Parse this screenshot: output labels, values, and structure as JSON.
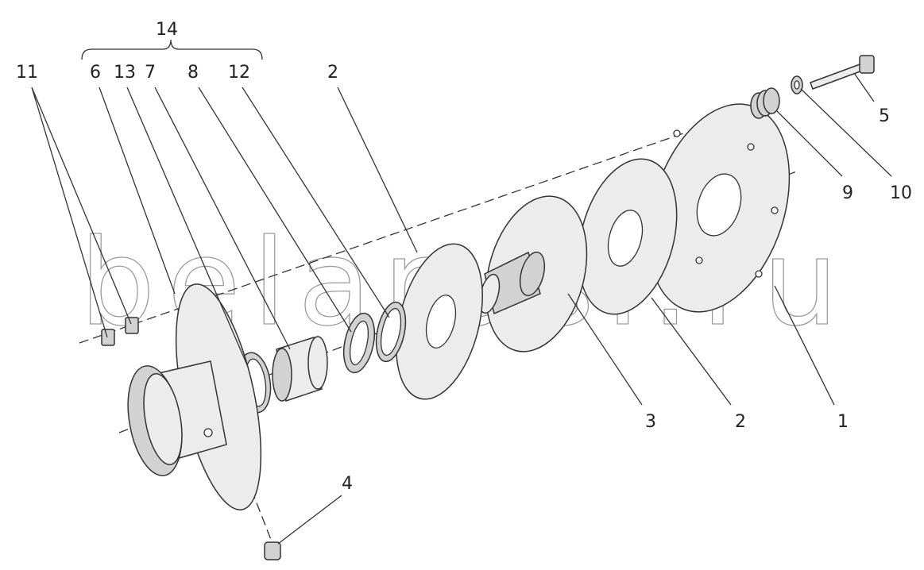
{
  "diagram": {
    "callouts": {
      "group": "14",
      "n11": "11",
      "n6": "6",
      "n13": "13",
      "n7": "7",
      "n8": "8",
      "n12": "12",
      "n2_top": "2",
      "n5": "5",
      "n9": "9",
      "n10": "10",
      "n3": "3",
      "n2_bottom": "2",
      "n1": "1",
      "n4": "4"
    },
    "watermark": "belarusi.ru"
  }
}
